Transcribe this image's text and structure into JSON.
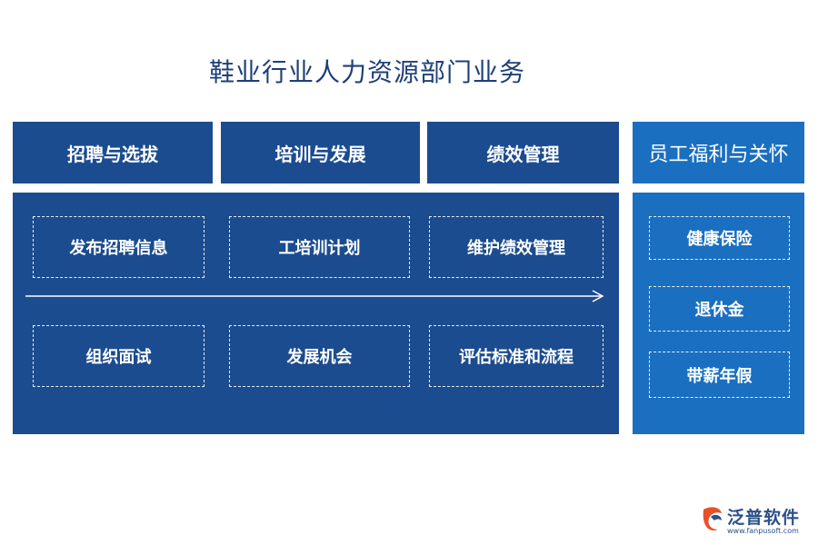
{
  "title": "鞋业行业人力资源部门业务",
  "headers": [
    "招聘与选拔",
    "培训与发展",
    "绩效管理"
  ],
  "side_header": "员工福利与关怀",
  "main_items": {
    "row1": [
      "发布招聘信息",
      "工培训计划",
      "维护绩效管理"
    ],
    "row2": [
      "组织面试",
      "发展机会",
      "评估标准和流程"
    ]
  },
  "side_items": [
    "健康保险",
    "退休金",
    "带薪年假"
  ],
  "logo": {
    "name": "泛普软件",
    "url": "www.fanpusoft.com"
  },
  "colors": {
    "dark_blue": "#1b4c8f",
    "light_blue": "#1a6fc0",
    "title": "#1f3f78"
  }
}
